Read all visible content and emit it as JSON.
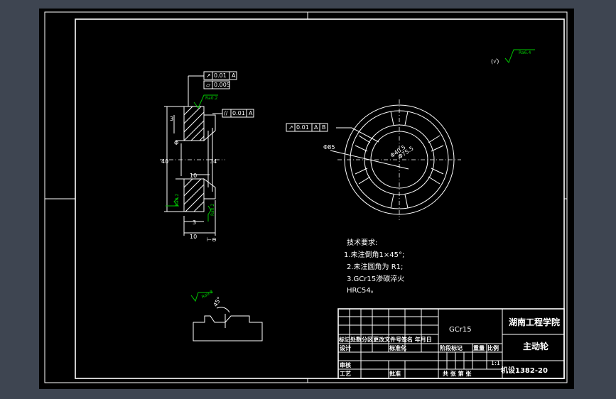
{
  "colors": {
    "background": "#3e4551",
    "paper": "#000000",
    "line": "#ffffff",
    "annotation": "#00c800"
  },
  "tolerance_frames": {
    "runout_top": {
      "symbol": "↗",
      "value": "0.01",
      "datum": "A"
    },
    "flatness": {
      "symbol": "▱",
      "value": "0.005"
    },
    "parallel": {
      "symbol": "//",
      "value": "0.01",
      "datum": "A"
    },
    "runout_right": {
      "symbol": "↗",
      "value": "0.01",
      "datum_a": "A",
      "datum_b": "B"
    }
  },
  "roughness": {
    "default_prefix": "(√)",
    "default": "Ra6.4",
    "face_top": "Ra0.2",
    "left_side": "Ra0.2",
    "right_low": "Ra0.2",
    "detail": "Ra0.8"
  },
  "dimensions": {
    "left_top": "3",
    "left_height": "40",
    "bore_ref": "Φ",
    "inner_width": "10",
    "right_dia": "34",
    "bottom_small": "3",
    "overall_width": "10",
    "outer_dia": "Φ85",
    "inner_dia": "Φ75.5",
    "hole_dia": "Φ40.5",
    "datum_b": "B"
  },
  "tech_notes": {
    "title": "技术要求:",
    "items": [
      "1.未注倒角1×45°;",
      "2.未注圆角为 R1;",
      "3.GCr15渗碳淬火",
      "HRC54。"
    ]
  },
  "title_block": {
    "material": "GCr15",
    "school": "湖南工程学院",
    "part_name": "主动轮",
    "drawing_no": "机设1382-20",
    "scale": "1:1",
    "header_row": "标记处数分区更改文件号签名 年月日",
    "design": "设计",
    "standardize": "标准化",
    "stage_mark": "阶段标记",
    "weight": "重量",
    "ratio": "比例",
    "review": "审核",
    "process": "工艺",
    "approve": "批准",
    "sheets": "共 张 第 张"
  },
  "detail_dim": "45°"
}
